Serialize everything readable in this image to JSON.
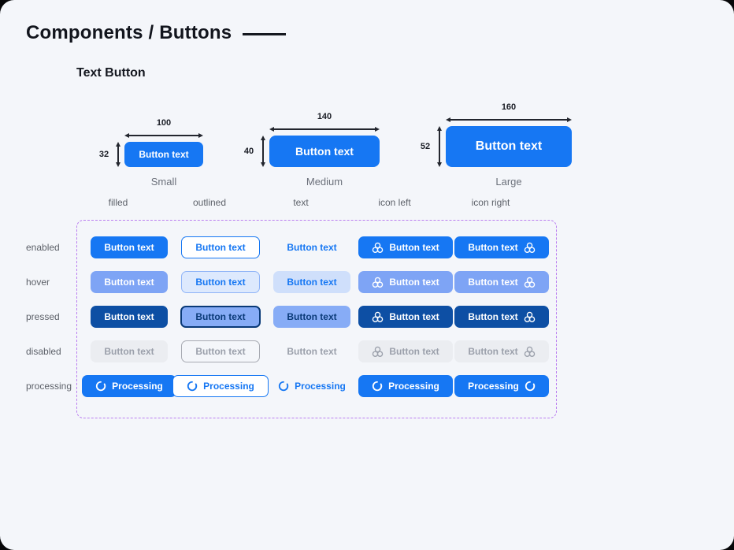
{
  "window": {
    "title": "Components / Buttons",
    "section": "Text Button"
  },
  "sizes": {
    "button_label": "Button text",
    "items": [
      {
        "name": "Small",
        "width_label": "100",
        "height_label": "32"
      },
      {
        "name": "Medium",
        "width_label": "140",
        "height_label": "40"
      },
      {
        "name": "Large",
        "width_label": "160",
        "height_label": "52"
      }
    ]
  },
  "matrix": {
    "column_headers": [
      "filled",
      "outlined",
      "text",
      "icon left",
      "icon right"
    ],
    "row_headers": [
      "enabled",
      "hover",
      "pressed",
      "disabled",
      "processing"
    ],
    "button_label": "Button text",
    "processing_label": "Processing"
  },
  "icons": {
    "button_icon": "cluster-icon",
    "processing_icon": "spinner-icon"
  },
  "colors": {
    "primary_blue": "#1677f3",
    "hover_blue": "#7ea4f5",
    "pressed_blue": "#0d4fa4",
    "pressed_navy": "#0a3a78",
    "disabled_bg": "#ebedf1",
    "disabled_fg": "#9ba0ab",
    "dashed_border": "#bb7ff0",
    "page_bg": "#f4f6fa"
  }
}
